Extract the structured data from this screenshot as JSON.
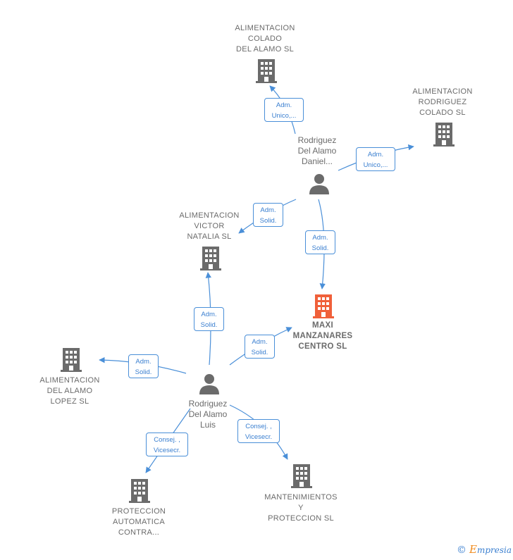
{
  "colors": {
    "edge": "#4a8fd8",
    "company": "#6b6b6b",
    "company_main": "#f0603a",
    "person": "#6b6b6b"
  },
  "companies": {
    "colado": "ALIMENTACION\nCOLADO\nDEL ALAMO  SL",
    "rodriguez": "ALIMENTACION\nRODRIGUEZ\nCOLADO  SL",
    "victor": "ALIMENTACION\nVICTOR\nNATALIA  SL",
    "maxi": "MAXI\nMANZANARES\nCENTRO  SL",
    "lopez": "ALIMENTACION\nDEL ALAMO\nLOPEZ  SL",
    "proteccion": "PROTECCION\nAUTOMATICA\nCONTRA...",
    "mantenimientos": "MANTENIMIENTOS\nY\nPROTECCION SL"
  },
  "people": {
    "daniel": "Rodriguez\nDel Alamo\nDaniel...",
    "luis": "Rodriguez\nDel Alamo\nLuis"
  },
  "edges": {
    "daniel_colado": "Adm.\nUnico,...",
    "daniel_rodriguez": "Adm.\nUnico,...",
    "daniel_victor": "Adm.\nSolid.",
    "daniel_maxi": "Adm.\nSolid.",
    "luis_victor": "Adm.\nSolid.",
    "luis_maxi": "Adm.\nSolid.",
    "luis_lopez": "Adm.\nSolid.",
    "luis_proteccion": "Consej. ,\nVicesecr.",
    "luis_mantenimientos": "Consej. ,\nVicesecr."
  },
  "footer": {
    "copyright": "©",
    "brand_initial": "E",
    "brand_rest": "mpresia"
  }
}
